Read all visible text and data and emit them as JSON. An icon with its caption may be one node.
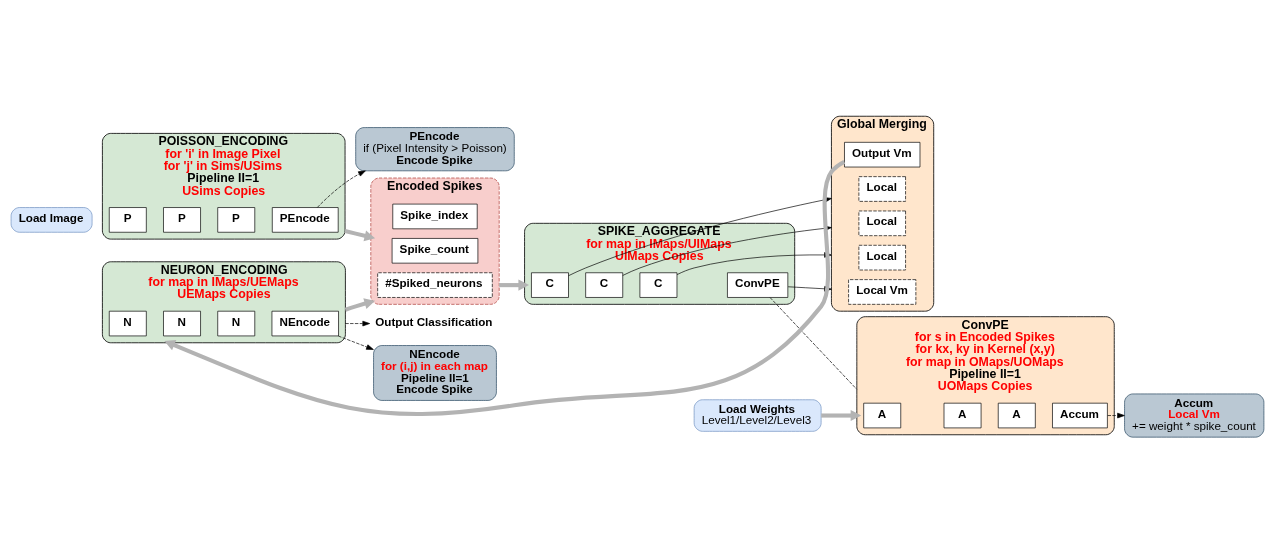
{
  "diagram": {
    "nodes": [
      {
        "text": [
          "Load Image"
        ]
      },
      {
        "text": [
          "POISSON_ENCODING",
          "for 'i' in Image Pixel",
          "for 'j' in Sims/USims",
          "Pipeline II=1",
          "USims Copies"
        ]
      },
      {
        "text": [
          "P"
        ],
        "in": 1
      },
      {
        "text": [
          "P"
        ],
        "in": 1
      },
      {
        "text": [
          "P"
        ],
        "in": 1
      },
      {
        "text": [
          "PEncode"
        ],
        "in": 1
      },
      {
        "text": [
          "PEncode",
          "if (Pixel Intensity > Poisson)",
          "Encode Spike"
        ]
      },
      {
        "text": [
          "Encoded Spikes"
        ]
      },
      {
        "text": [
          "Spike_index"
        ],
        "in": 7
      },
      {
        "text": [
          "Spike_count"
        ],
        "in": 7
      },
      {
        "text": [
          "#Spiked_neurons"
        ],
        "in": 7
      },
      {
        "text": [
          "SPIKE_AGGREGATE",
          "for map in IMaps/UIMaps",
          "UIMaps Copies"
        ]
      },
      {
        "text": [
          "C"
        ],
        "in": 11
      },
      {
        "text": [
          "C"
        ],
        "in": 11
      },
      {
        "text": [
          "C"
        ],
        "in": 11
      },
      {
        "text": [
          "ConvPE"
        ],
        "in": 11
      },
      {
        "text": [
          "Global Merging"
        ]
      },
      {
        "text": [
          "Output Vm"
        ],
        "in": 16
      },
      {
        "text": [
          "Local"
        ],
        "in": 16
      },
      {
        "text": [
          "Local"
        ],
        "in": 16
      },
      {
        "text": [
          "Local"
        ],
        "in": 16
      },
      {
        "text": [
          "Local Vm"
        ],
        "in": 16
      },
      {
        "text": [
          "ConvPE",
          "for s in Encoded Spikes",
          "for kx, ky in Kernel (x,y)",
          "for map in OMaps/UOMaps",
          "Pipeline II=1",
          "UOMaps Copies"
        ]
      },
      {
        "text": [
          "A"
        ],
        "in": 22
      },
      {
        "text": [
          "A"
        ],
        "in": 22
      },
      {
        "text": [
          "A"
        ],
        "in": 22
      },
      {
        "text": [
          "Accum"
        ],
        "in": 22
      },
      {
        "text": [
          "Accum",
          "Local Vm",
          "+= weight * spike_count"
        ]
      },
      {
        "text": [
          "NEURON_ENCODING",
          "for map in IMaps/UEMaps",
          "UEMaps Copies"
        ]
      },
      {
        "text": [
          "N"
        ],
        "in": 28
      },
      {
        "text": [
          "N"
        ],
        "in": 28
      },
      {
        "text": [
          "N"
        ],
        "in": 28
      },
      {
        "text": [
          "NEncode"
        ],
        "in": 28
      },
      {
        "text": [
          "NEncode",
          "for (i,j) in each map",
          "Pipeline II=1",
          "Encode Spike"
        ]
      },
      {
        "text": [
          "Load Weights",
          "Level1/Level2/Level3"
        ]
      },
      {
        "text": [
          "Output Classification"
        ]
      }
    ],
    "edges": [
      {
        "from": 5,
        "to": 6,
        "arrow": "to",
        "style": "dashed"
      },
      {
        "from": 1,
        "to": 7,
        "arrow": "to",
        "style": "thick",
        "color": "#b3b3b3"
      },
      {
        "from": 28,
        "to": 7,
        "arrow": "to",
        "style": "thick",
        "color": "#b3b3b3"
      },
      {
        "from": 7,
        "to": 11,
        "arrow": "to",
        "style": "thick",
        "color": "#b3b3b3"
      },
      {
        "from": 12,
        "to": 16,
        "arrow": "to"
      },
      {
        "from": 13,
        "to": 16,
        "arrow": "to"
      },
      {
        "from": 14,
        "to": 16,
        "arrow": "to"
      },
      {
        "from": 15,
        "to": 16,
        "arrow": "to"
      },
      {
        "from": 15,
        "to": 22,
        "arrow": "none",
        "style": "dashed"
      },
      {
        "from": 17,
        "to": 28,
        "arrow": "to",
        "style": "thick",
        "color": "#b3b3b3"
      },
      {
        "from": 26,
        "to": 27,
        "arrow": "to",
        "style": "dashed"
      },
      {
        "from": 34,
        "to": 22,
        "arrow": "to",
        "style": "thick",
        "color": "#b3b3b3"
      },
      {
        "from": 32,
        "to": 33,
        "arrow": "to",
        "style": "dashed"
      },
      {
        "from": 28,
        "to": 35,
        "arrow": "to",
        "style": "dashed"
      }
    ]
  }
}
